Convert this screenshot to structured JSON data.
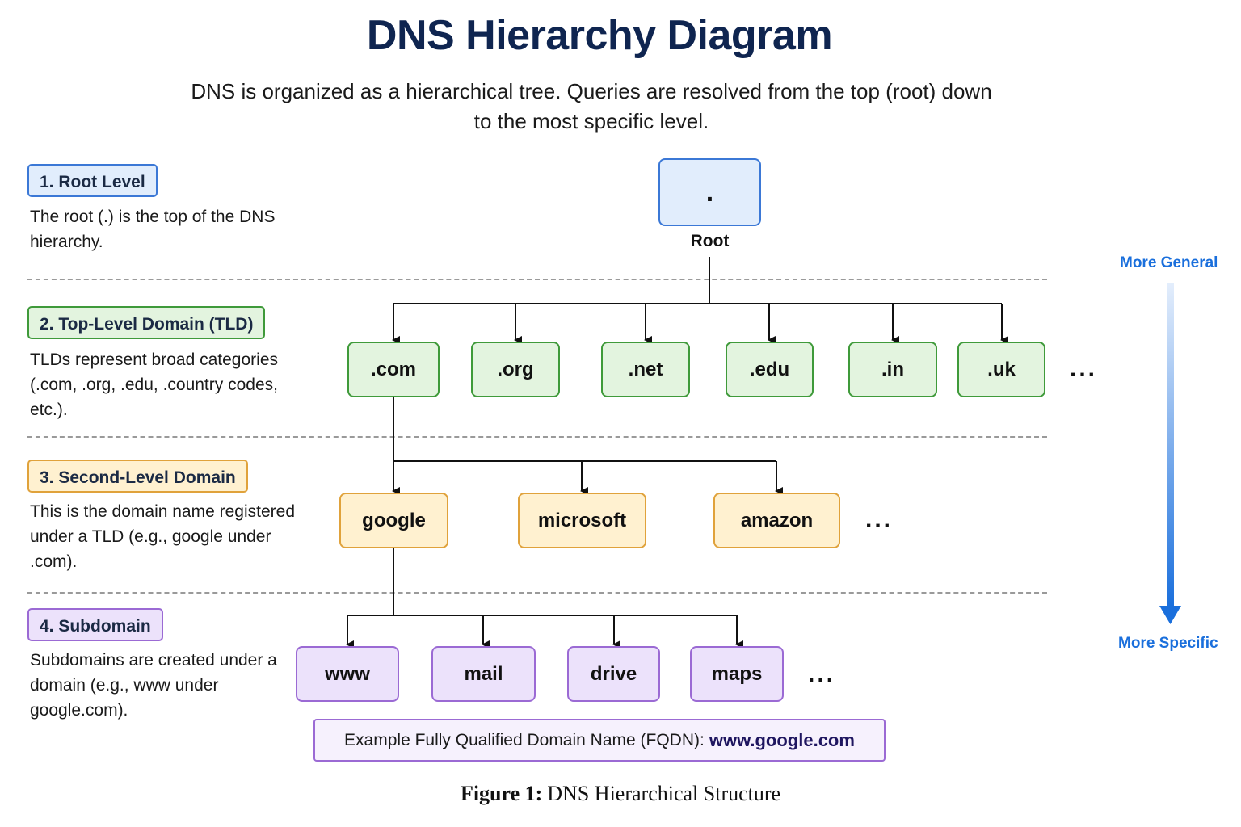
{
  "title": "DNS Hierarchy Diagram",
  "subtitle": "DNS is organized as a hierarchical tree. Queries are resolved from the top (root) down to the most specific level.",
  "levels": [
    {
      "badge": "1. Root Level",
      "desc": "The root (.) is the top of the DNS hierarchy.",
      "color": "#3b78d6"
    },
    {
      "badge": "2. Top-Level Domain (TLD)",
      "desc": "TLDs represent broad categories (.com, .org, .edu, .country codes, etc.).",
      "color": "#3f9a3a"
    },
    {
      "badge": "3. Second-Level Domain",
      "desc": "This is the domain name registered under a TLD (e.g., google under .com).",
      "color": "#e0a23b"
    },
    {
      "badge": "4. Subdomain",
      "desc": "Subdomains are created under a domain (e.g., www under google.com).",
      "color": "#9b6ad4"
    }
  ],
  "root": {
    "symbol": ".",
    "label": "Root"
  },
  "tlds": [
    ".com",
    ".org",
    ".net",
    ".edu",
    ".in",
    ".uk"
  ],
  "second_level": [
    "google",
    "microsoft",
    "amazon"
  ],
  "subdomains": [
    "www",
    "mail",
    "drive",
    "maps"
  ],
  "ellipsis": "...",
  "fqdn": {
    "label": "Example Fully Qualified Domain Name (FQDN):",
    "value": "www.google.com"
  },
  "scale": {
    "top": "More General",
    "bottom": "More Specific",
    "color": "#1a6fdc"
  },
  "caption": {
    "prefix": "Figure 1:",
    "text": "DNS Hierarchical Structure"
  }
}
